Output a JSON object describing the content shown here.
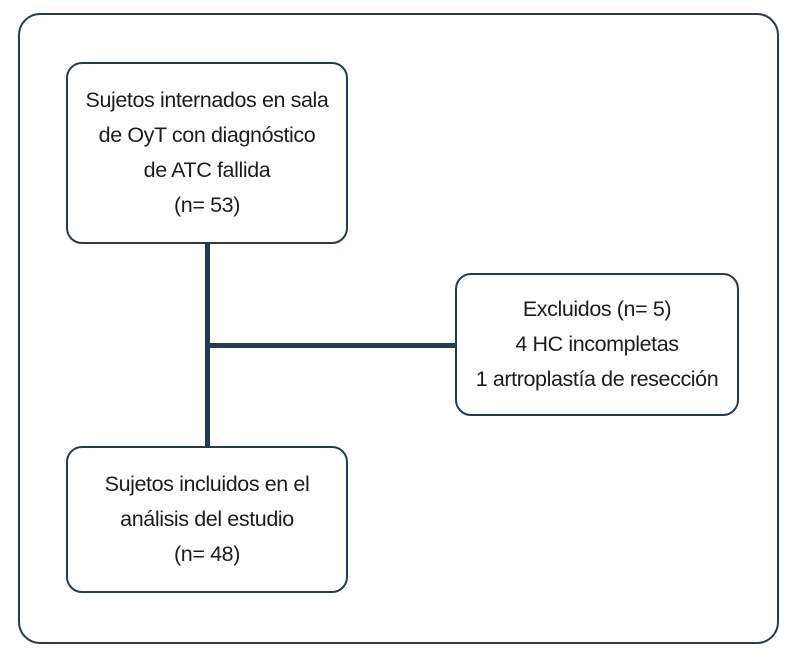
{
  "figure": {
    "type": "flow-diagram",
    "accent_color": "#223c55",
    "text_color": "#1c1c1c",
    "boxes": {
      "enrolled": {
        "lines": [
          "Sujetos internados en sala",
          "de OyT con diagnóstico",
          "de ATC fallida",
          "(n= 53)"
        ],
        "n": 53
      },
      "excluded": {
        "lines": [
          "Excluidos (n= 5)",
          "4 HC incompletas",
          "1 artroplastía de resección"
        ],
        "n": 5
      },
      "included": {
        "lines": [
          "Sujetos incluidos en el",
          "análisis del estudio",
          "(n= 48)"
        ],
        "n": 48
      }
    },
    "edges": [
      {
        "from": "enrolled",
        "to": "included"
      },
      {
        "from": "enrolled",
        "to": "excluded"
      }
    ]
  }
}
